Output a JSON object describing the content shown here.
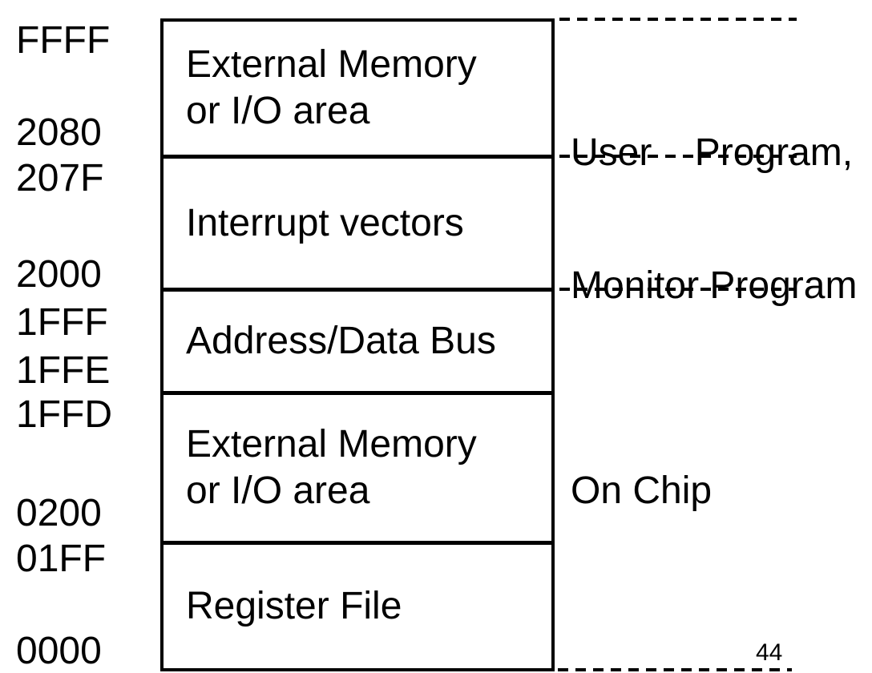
{
  "colors": {
    "background": "#ffffff",
    "ink": "#000000"
  },
  "page_number": "44",
  "memory_map": {
    "address_labels": [
      "FFFF",
      "2080",
      "207F",
      "2000",
      "1FFF",
      "1FFE",
      "1FFD",
      "0200",
      "01FF",
      "0000"
    ],
    "sections": [
      {
        "start": "FFFF",
        "end": "2080",
        "lines": [
          "External Memory",
          "or I/O area"
        ]
      },
      {
        "start": "207F",
        "end": "2000",
        "lines": [
          "Interrupt vectors"
        ]
      },
      {
        "start": "1FFF",
        "end": "1FFE",
        "lines": [
          "Address/Data Bus"
        ]
      },
      {
        "start": "1FFD",
        "end": "0200",
        "lines": [
          "External Memory",
          "or I/O area"
        ]
      },
      {
        "start": "01FF",
        "end": "0000",
        "lines": [
          "Register File"
        ]
      }
    ]
  },
  "annotations": {
    "user_program": {
      "line1": "User    Program,",
      "line2": "Monitor Program"
    },
    "on_chip": "On Chip"
  }
}
